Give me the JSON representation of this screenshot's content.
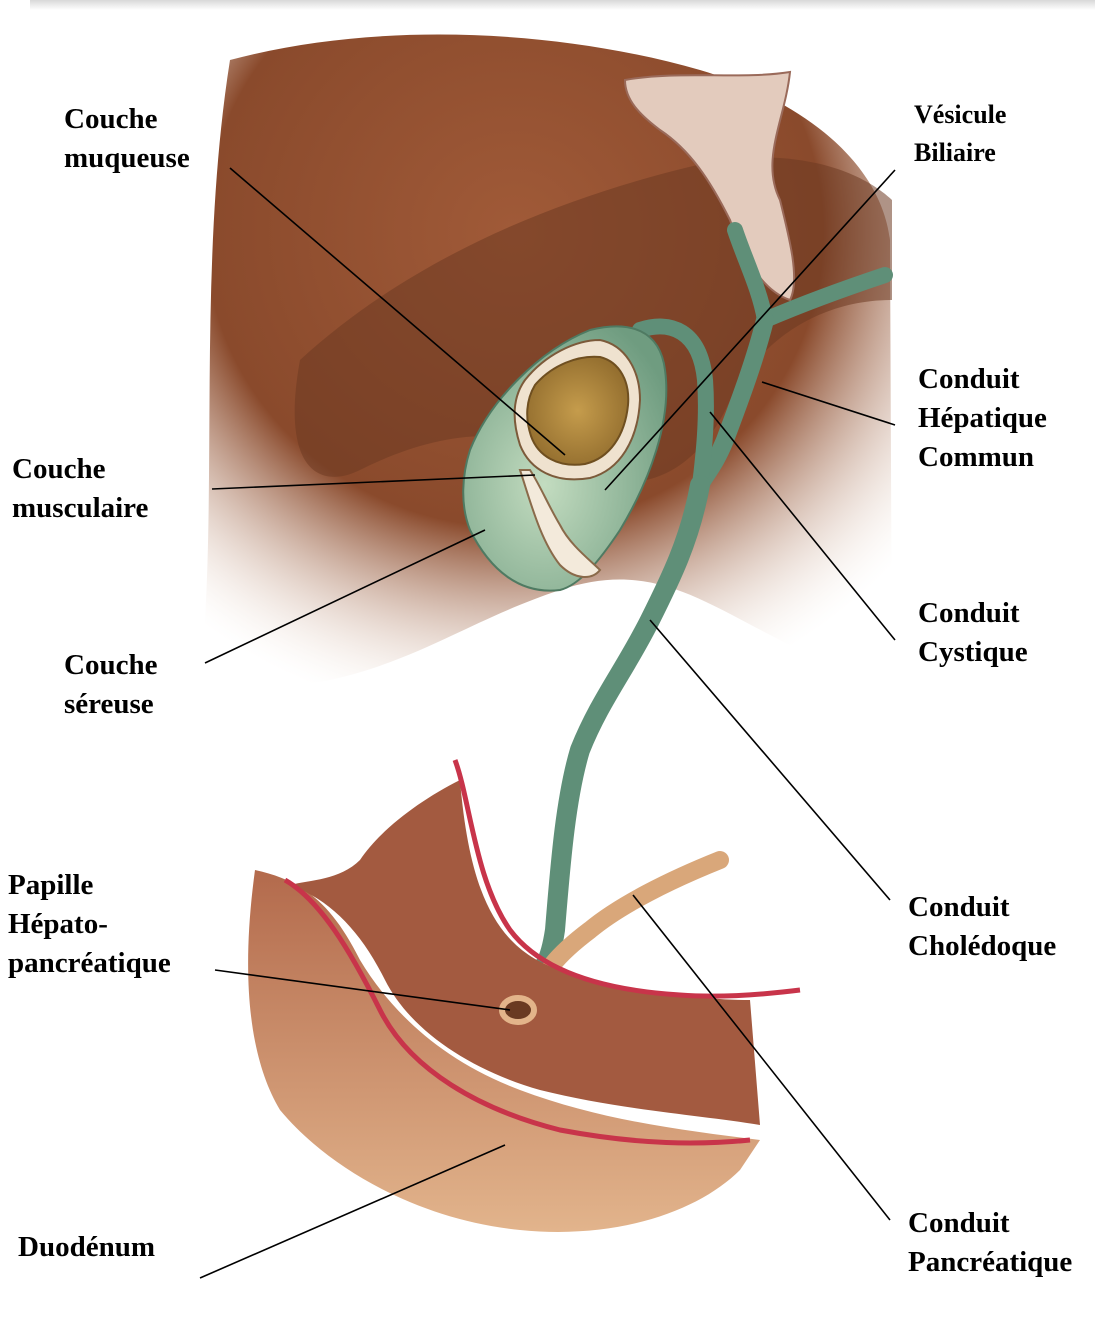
{
  "colors": {
    "liver": "#8a4a2c",
    "liver_dark": "#6e3a22",
    "bile_duct": "#5f8f78",
    "gallbladder": "#8fb89a",
    "mucosa": "#b08a3c",
    "duodenum_wall": "#c98a66",
    "duodenum_inner": "#a35a40",
    "serosa_red": "#c8344a",
    "pancreatic_duct": "#d9a77a",
    "leader_line": "#000000"
  },
  "labels": {
    "mucosa": [
      "Couche",
      "muqueuse"
    ],
    "gallbladder": [
      "Vésicule",
      "Biliaire"
    ],
    "common_hepatic": [
      "Conduit",
      "Hépatique",
      "Commun"
    ],
    "muscular": [
      "Couche",
      "musculaire"
    ],
    "cystic": [
      "Conduit",
      "Cystique"
    ],
    "serosa": [
      "Couche",
      "séreuse"
    ],
    "papilla": [
      "Papille",
      "Hépato-",
      "pancréatique"
    ],
    "choledoque": [
      "Conduit",
      "Cholédoque"
    ],
    "duodenum": [
      "Duodénum"
    ],
    "pancreatic": [
      "Conduit",
      "Pancréatique"
    ]
  }
}
